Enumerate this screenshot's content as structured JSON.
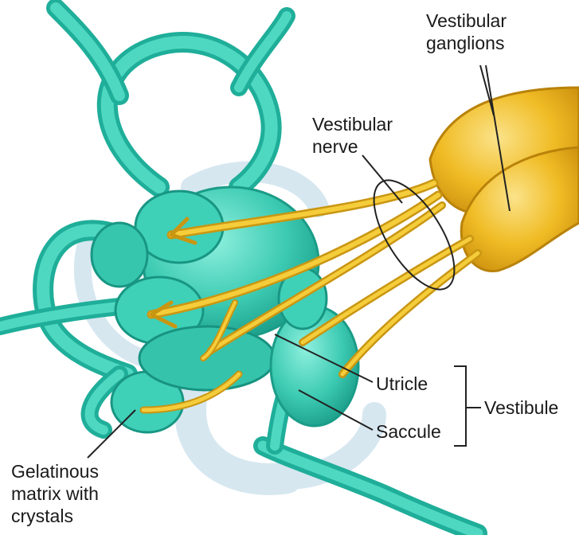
{
  "labels": {
    "vestibular_ganglions": [
      "Vestibular",
      "ganglions"
    ],
    "vestibular_nerve": [
      "Vestibular",
      "nerve"
    ],
    "utricle": "Utricle",
    "saccule": "Saccule",
    "vestibule": "Vestibule",
    "gelatinous_matrix": [
      "Gelatinous",
      "matrix with",
      "crystals"
    ]
  },
  "colors": {
    "membrane": "#3ecfb6",
    "membrane_dark": "#1fae99",
    "membrane_light": "#7ce8d6",
    "bone_halo": "#cfe3ee",
    "nerve": "#f2c230",
    "nerve_dark": "#c99612",
    "ganglion": "#f0b920",
    "line": "#222222"
  }
}
